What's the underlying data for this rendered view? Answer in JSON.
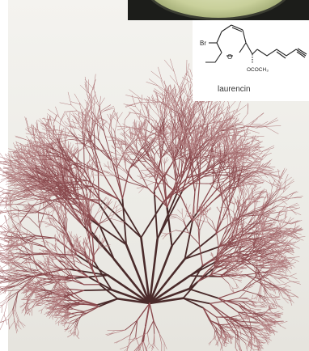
{
  "figure": {
    "compound_name": "laurencin",
    "atoms": {
      "bromine": "Br",
      "oxygen": "O",
      "ester": "OCOCH₃"
    }
  },
  "colors": {
    "alga_stem": "#4a2a2a",
    "alga_branch": "#8a4a4e",
    "alga_tip": "#b07a7c",
    "background": "#eeede8"
  }
}
